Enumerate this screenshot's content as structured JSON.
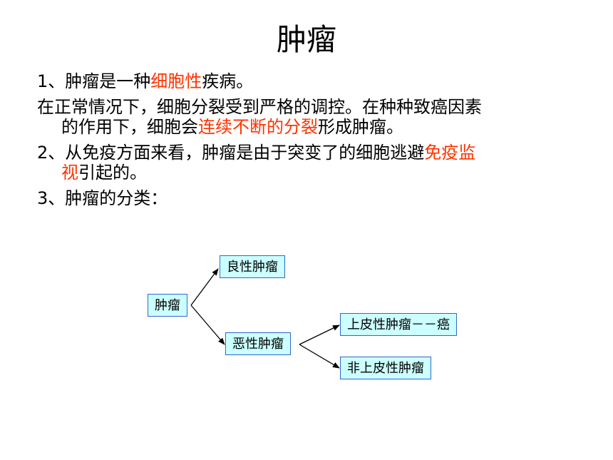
{
  "slide": {
    "title": "肿瘤"
  },
  "points": {
    "p1": {
      "prefix": "1、肿瘤是一种",
      "highlight": "细胞性",
      "suffix": "疾病。"
    },
    "p2": {
      "line1": "在正常情况下，细胞分裂受到严格的调控。在种种致癌因素",
      "line2_prefix": "的作用下，细胞会",
      "line2_highlight": "连续不断的分裂",
      "line2_suffix": "形成肿瘤。"
    },
    "p3": {
      "line1_prefix": "2、从免疫方面来看，肿瘤是由于突变了的细胞逃避",
      "line1_highlight": "免疫监",
      "line2_highlight": "视",
      "line2_suffix": "引起的。"
    },
    "p4": {
      "text": "3、肿瘤的分类："
    }
  },
  "diagram": {
    "root": "肿瘤",
    "benign": "良性肿瘤",
    "malignant": "恶性肿瘤",
    "epithelial": "上皮性肿瘤－－癌",
    "non_epithelial": "非上皮性肿瘤"
  },
  "colors": {
    "highlight": "#ff3300",
    "node_fill": "#ccffff",
    "node_border": "#3366cc"
  }
}
